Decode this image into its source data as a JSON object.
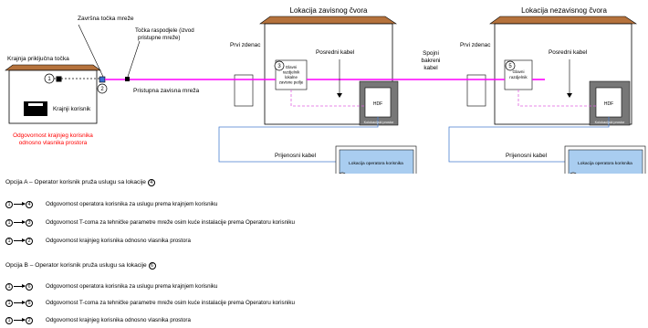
{
  "diagram": {
    "labels": {
      "zavrsna_tocka": "Završna točka mreže",
      "tocka_raspodjele_1": "Točka raspodjele (izvod",
      "tocka_raspodjele_2": "pristupne mreže)",
      "krajnja_tocka": "Krajnja priključna točka",
      "lokacija_zavisnog": "Lokacija zavisnog čvora",
      "lokacija_nezavisnog": "Lokacija nezavisnog čvora",
      "prvi_zdenac_1": "Prvi zdenac",
      "prvi_zdenac_2": "Prvi zdenac",
      "posredni_kabel_1": "Posredni kabel",
      "posredni_kabel_2": "Posredni kabel",
      "spojni_1": "Spojni",
      "spojni_2": "bakreni",
      "spojni_3": "kabel",
      "pristupna_mreza": "Pristupna zavisna mreža",
      "krajnji_korisnik": "Krajnji korisnik",
      "odgovornost_1": "Odgovornost krajnjeg korisnika",
      "odgovornost_2": "odnosno vlasnika prostora",
      "glavni_razdjelnik_a1": "Glavni",
      "glavni_razdjelnik_a2": "razdjelnik",
      "glavni_razdjelnik_a3": "lokalne",
      "glavni_razdjelnik_a4": "zavisne petlje",
      "glavni_razdjelnik_b1": "Glavni",
      "glavni_razdjelnik_b2": "razdjelnik",
      "hdf_1": "HDF",
      "hdf_2": "HDF",
      "kolokacijski_1": "Kolokacijski prostor",
      "kolokacijski_2": "Kolokacijski prostor",
      "prijenosni_1": "Prijenosni kabel",
      "prijenosni_2": "Prijenosni kabel",
      "lokacija_op_1": "Lokacija operatora korisnika",
      "lokacija_op_2": "Lokacija operatora korisnika",
      "n1": "1",
      "n2": "2",
      "n3": "3",
      "n4": "4",
      "n5": "5",
      "n6": "6"
    },
    "colors": {
      "access_line": "#ff00ff",
      "dashed_link": "#e060e0",
      "transfer_cable": "#4a7fd0",
      "op_box": "#a9cdf0",
      "red_text": "#ff0000"
    }
  },
  "legend": {
    "option_a": {
      "title": "Opcija A – Operator korisnik pruža uslugu sa lokacije",
      "title_num": "4",
      "rows": [
        {
          "from": "1",
          "to": "4",
          "text": "Odgovornost operatora korisnika za uslugu prema krajnjem korisniku"
        },
        {
          "from": "1",
          "to": "3",
          "text": "Odgovornost T-coma za tehničke parametre mreže osim kuće instalacije prema Operatoru korisniku"
        },
        {
          "from": "1",
          "to": "2",
          "text": "Odgovornost krajnjeg korisnika odnosno vlasnika prostora"
        }
      ]
    },
    "option_b": {
      "title": "Opcija B – Operator korisnik pruža uslugu sa lokacije",
      "title_num": "6",
      "rows": [
        {
          "from": "1",
          "to": "6",
          "text": "Odgovornost operatora korisnika za uslugu prema krajnjem korisniku"
        },
        {
          "from": "1",
          "to": "5",
          "text": "Odgovornost T-coma za tehničke parametre mreže osim kuće instalacije prema Operatoru korisniku"
        },
        {
          "from": "1",
          "to": "2",
          "text": "Odgovornost krajnjeg korisnika odnosno vlasnika prostora"
        }
      ]
    }
  }
}
